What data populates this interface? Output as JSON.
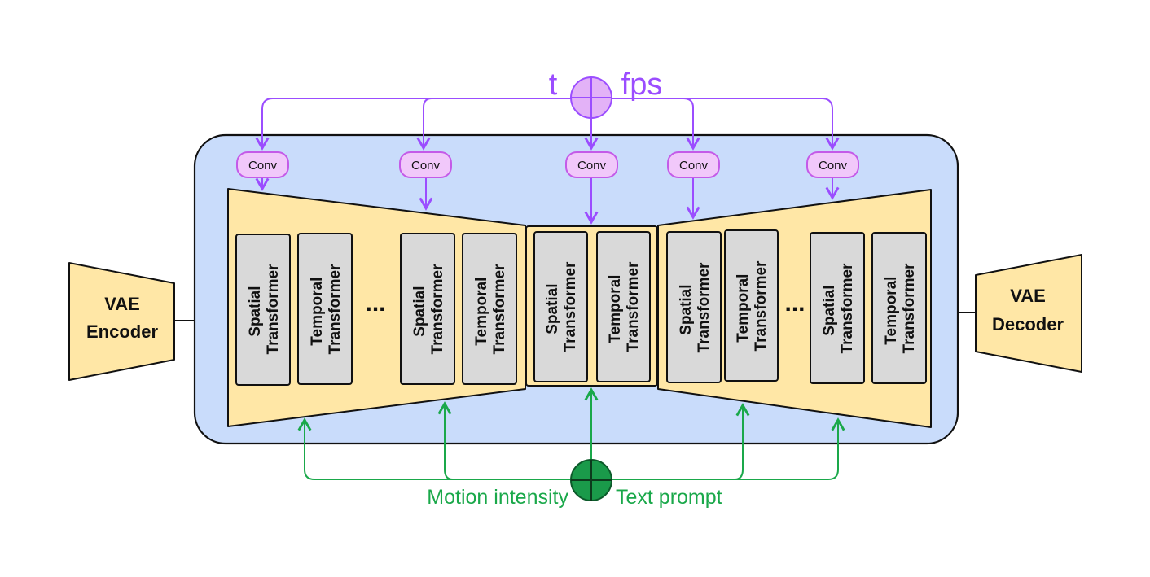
{
  "colors": {
    "unet_background": "#c9dcfb",
    "block_fill": "#ffe7a6",
    "transformer_fill": "#d9d9d9",
    "conv_fill": "#f1c8fa",
    "conv_stroke": "#c45ae8",
    "purple_arrow": "#9b4dff",
    "green_arrow": "#1aa84a",
    "green_node": "#1a9a4a"
  },
  "encoder": {
    "line1": "VAE",
    "line2": "Encoder"
  },
  "decoder": {
    "line1": "VAE",
    "line2": "Decoder"
  },
  "top_condition": {
    "left": "t",
    "right": "fps",
    "node_icon": "circle-plus-icon"
  },
  "bottom_condition": {
    "left": "Motion intensity",
    "right": "Text prompt",
    "node_icon": "circle-plus-icon"
  },
  "conv_label": "Conv",
  "transformer": {
    "spatial_line1": "Spatial",
    "spatial_line2": "Transformer",
    "temporal_line1": "Temporal",
    "temporal_line2": "Transformer"
  },
  "ellipsis": "..."
}
